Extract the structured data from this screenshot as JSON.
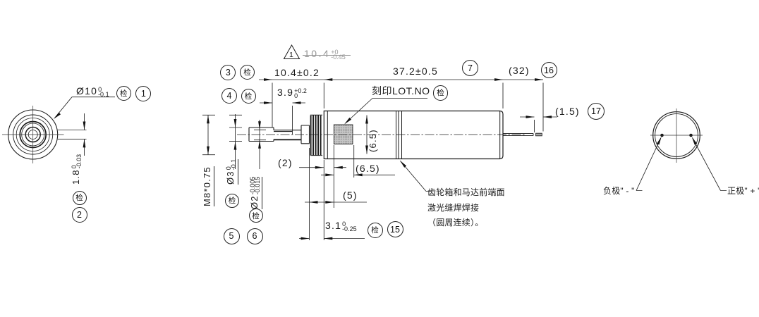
{
  "left_view": {
    "outer_dia": {
      "text": "Ø10",
      "tol_top": "0",
      "tol_bot": "-0.1",
      "stamp": "检",
      "balloon": "1"
    },
    "flat_width": {
      "text": "1.8",
      "tol_top": "0",
      "tol_bot": "-0.03",
      "stamp": "检",
      "balloon": "2"
    }
  },
  "revision": {
    "triangle_id": "1",
    "text": "10.4",
    "tol_top": "+0",
    "tol_bot": "-0.45"
  },
  "top_dims": {
    "shaft_length": {
      "text": "10.4±0.2",
      "balloon": "3",
      "stamp": "检"
    },
    "flat_length": {
      "text": "3.9",
      "tol_top": "+0.2",
      "tol_bot": "0",
      "balloon": "4",
      "stamp": "检"
    },
    "body_length": {
      "text": "37.2±0.5",
      "balloon": "7"
    },
    "lead_length": {
      "text": "(32)",
      "balloon": "16"
    },
    "lead_tip": {
      "text": "(1.5)",
      "balloon": "17"
    }
  },
  "marking": {
    "text": "刻印LOT.NO",
    "stamp": "检"
  },
  "shaft_dims": {
    "thread": {
      "text": "M8*0.75"
    },
    "dia3": {
      "text": "Ø3",
      "tol_top": "0",
      "tol_bot": "-0.1",
      "stamp": "检",
      "balloon": "5"
    },
    "dia2": {
      "text": "Ø2",
      "tol_top": "-0.005",
      "tol_bot": "-0.015",
      "stamp": "检",
      "balloon": "6"
    }
  },
  "bottom_dims": {
    "boss": {
      "text": "(2)"
    },
    "mark_width": {
      "text": "(6.5)"
    },
    "mark_offset": {
      "text": "(5)"
    },
    "thread_length": {
      "text": "3.1",
      "tol_top": "0",
      "tol_bot": "-0.25",
      "stamp": "检",
      "balloon": "15"
    },
    "mark_height": {
      "text": "(6.5)"
    }
  },
  "weld_note": {
    "line1": "齿轮箱和马达前端面",
    "line2": "激光缝焊焊接",
    "line3": "（圆周连续）。"
  },
  "end_view": {
    "negative": "负极\" - \"",
    "positive": "正极\" + \""
  }
}
